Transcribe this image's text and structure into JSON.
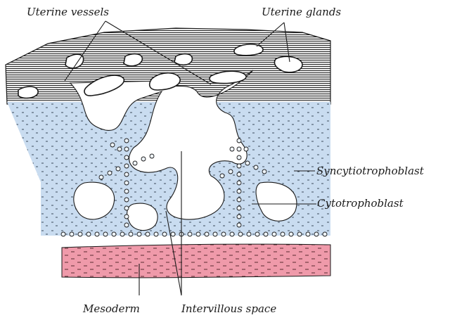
{
  "labels": {
    "uterine_vessels": "Uterine vessels",
    "uterine_glands": "Uterine glands",
    "syncytiotrophoblast": "Syncytiotrophoblast",
    "cytotrophoblast": "Cytotrophoblast",
    "mesoderm": "Mesoderm",
    "intervillous_space": "Intervillous space"
  },
  "colors": {
    "decidua_hatching": "#2a2a2a",
    "trophoblast": "#c9dcf0",
    "mesoderm": "#ef9aaa",
    "intervillous_space": "#ffffff",
    "ink": "#1a1a1a"
  }
}
